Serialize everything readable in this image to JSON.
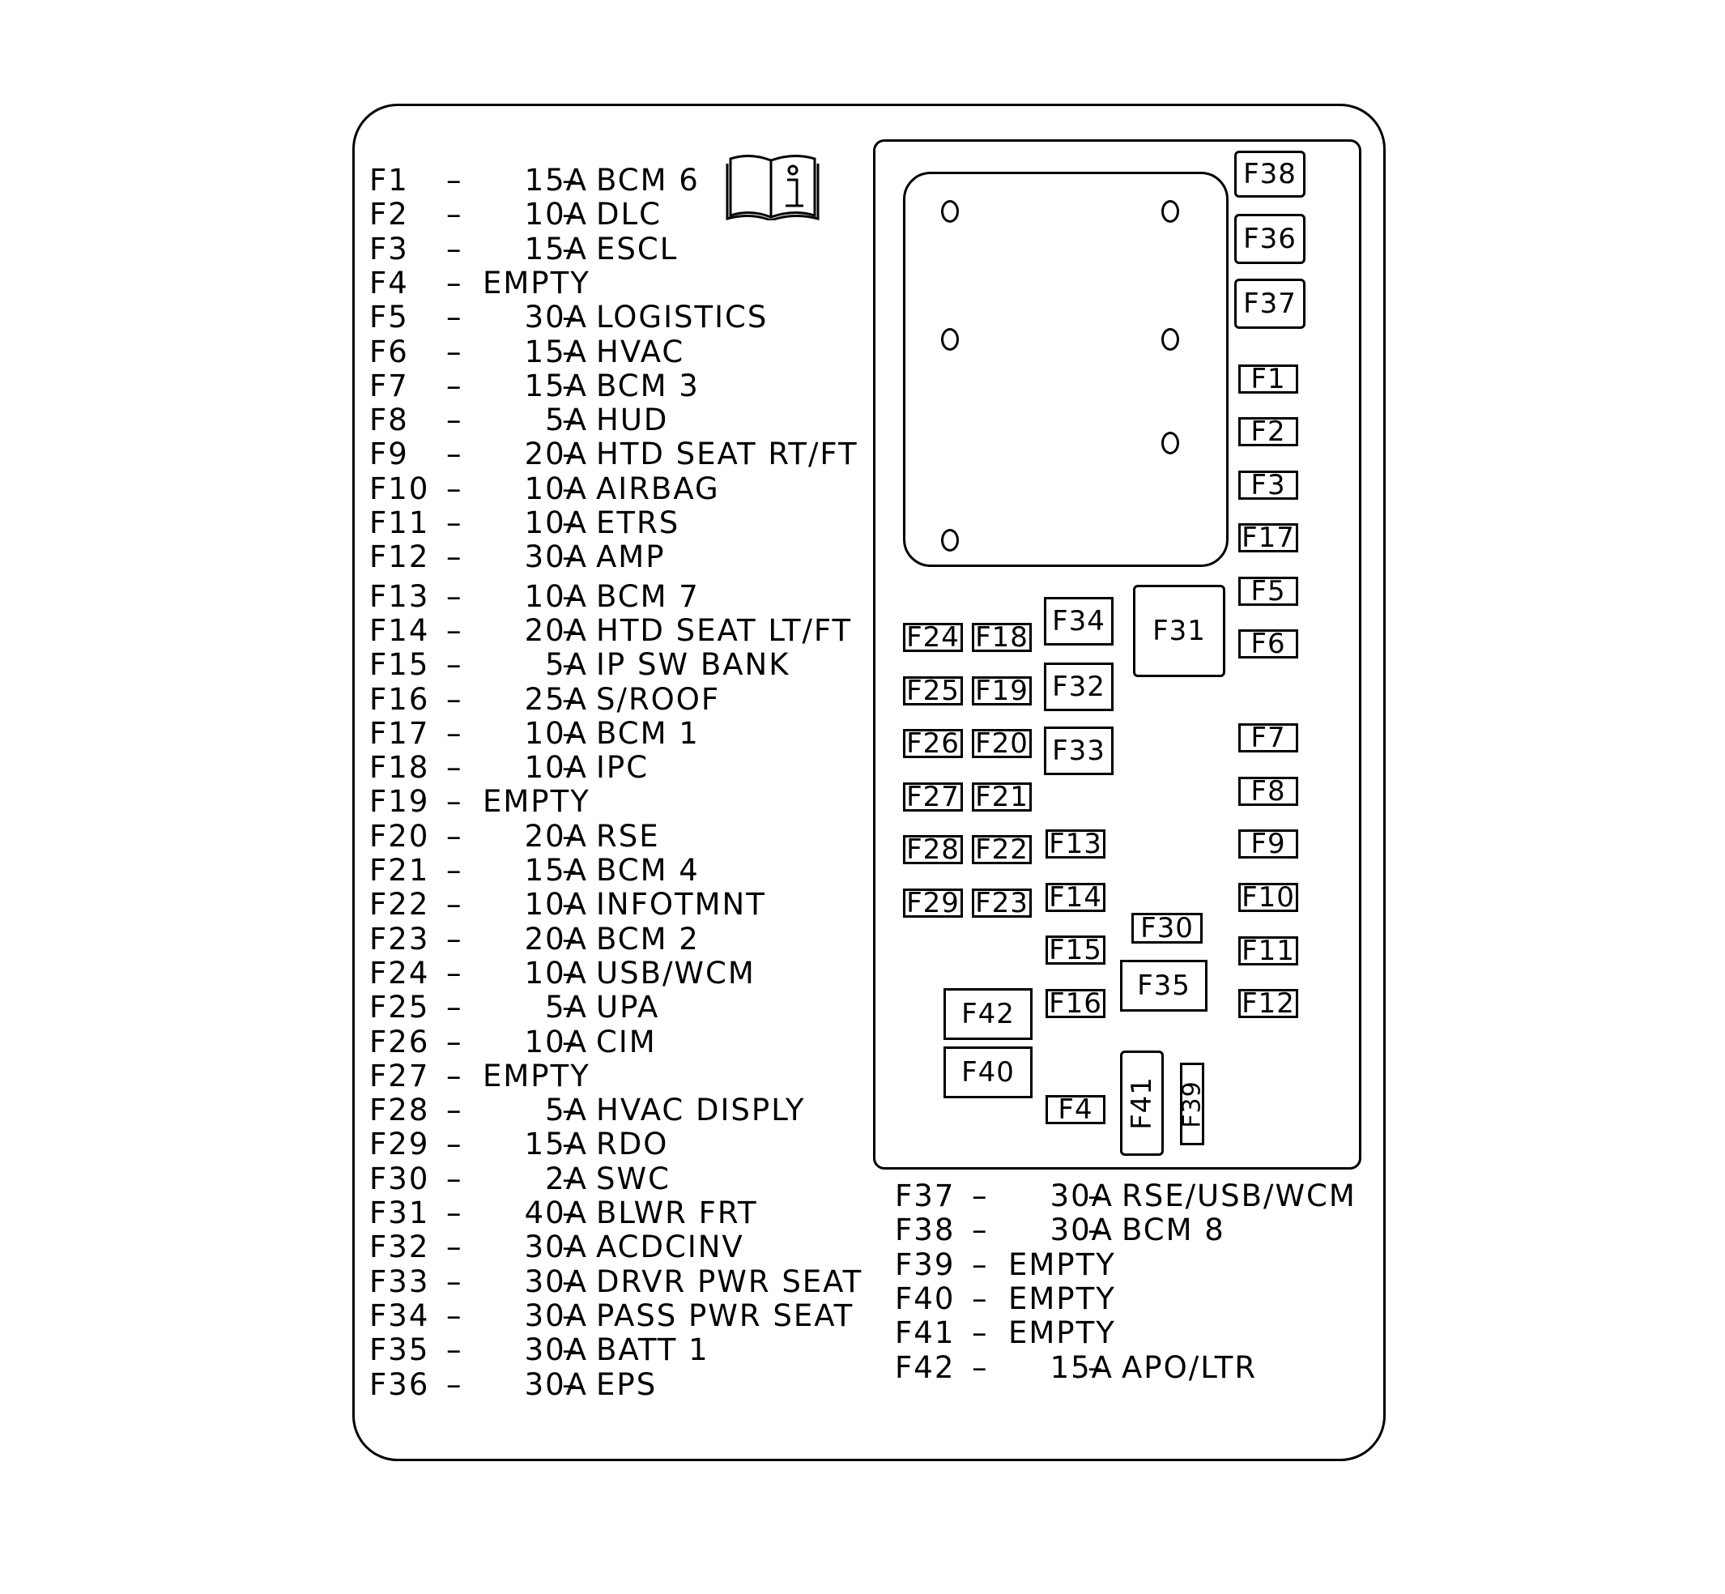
{
  "legend_left": [
    {
      "id": "F1",
      "amp": "15A",
      "desc": "BCM 6"
    },
    {
      "id": "F2",
      "amp": "10A",
      "desc": "DLC"
    },
    {
      "id": "F3",
      "amp": "15A",
      "desc": "ESCL"
    },
    {
      "id": "F4",
      "amp": "",
      "desc": "EMPTY"
    },
    {
      "id": "F5",
      "amp": "30A",
      "desc": "LOGISTICS"
    },
    {
      "id": "F6",
      "amp": "15A",
      "desc": "HVAC"
    },
    {
      "id": "F7",
      "amp": "15A",
      "desc": "BCM 3"
    },
    {
      "id": "F8",
      "amp": "5A",
      "desc": "HUD"
    },
    {
      "id": "F9",
      "amp": "20A",
      "desc": "HTD SEAT RT/FT"
    },
    {
      "id": "F10",
      "amp": "10A",
      "desc": "AIRBAG"
    },
    {
      "id": "F11",
      "amp": "10A",
      "desc": "ETRS"
    },
    {
      "id": "F12",
      "amp": "30A",
      "desc": "AMP"
    },
    {
      "id": "F13",
      "amp": "10A",
      "desc": "BCM 7"
    },
    {
      "id": "F14",
      "amp": "20A",
      "desc": "HTD SEAT LT/FT"
    },
    {
      "id": "F15",
      "amp": "5A",
      "desc": "IP SW BANK"
    },
    {
      "id": "F16",
      "amp": "25A",
      "desc": "S/ROOF"
    },
    {
      "id": "F17",
      "amp": "10A",
      "desc": "BCM 1"
    },
    {
      "id": "F18",
      "amp": "10A",
      "desc": "IPC"
    },
    {
      "id": "F19",
      "amp": "",
      "desc": "EMPTY"
    },
    {
      "id": "F20",
      "amp": "20A",
      "desc": "RSE"
    },
    {
      "id": "F21",
      "amp": "15A",
      "desc": "BCM 4"
    },
    {
      "id": "F22",
      "amp": "10A",
      "desc": "INFOTMNT"
    },
    {
      "id": "F23",
      "amp": "20A",
      "desc": "BCM 2"
    },
    {
      "id": "F24",
      "amp": "10A",
      "desc": "USB/WCM"
    },
    {
      "id": "F25",
      "amp": "5A",
      "desc": "UPA"
    },
    {
      "id": "F26",
      "amp": "10A",
      "desc": "CIM"
    },
    {
      "id": "F27",
      "amp": "",
      "desc": "EMPTY"
    },
    {
      "id": "F28",
      "amp": "5A",
      "desc": "HVAC DISPLY"
    },
    {
      "id": "F29",
      "amp": "15A",
      "desc": "RDO"
    },
    {
      "id": "F30",
      "amp": "2A",
      "desc": "SWC"
    },
    {
      "id": "F31",
      "amp": "40A",
      "desc": "BLWR FRT"
    },
    {
      "id": "F32",
      "amp": "30A",
      "desc": "ACDCINV"
    },
    {
      "id": "F33",
      "amp": "30A",
      "desc": "DRVR PWR SEAT"
    },
    {
      "id": "F34",
      "amp": "30A",
      "desc": "PASS PWR SEAT"
    },
    {
      "id": "F35",
      "amp": "30A",
      "desc": "BATT 1"
    },
    {
      "id": "F36",
      "amp": "30A",
      "desc": "EPS"
    }
  ],
  "legend_right": [
    {
      "id": "F37",
      "amp": "30A",
      "desc": "RSE/USB/WCM"
    },
    {
      "id": "F38",
      "amp": "30A",
      "desc": "BCM 8"
    },
    {
      "id": "F39",
      "amp": "",
      "desc": "EMPTY"
    },
    {
      "id": "F40",
      "amp": "",
      "desc": "EMPTY"
    },
    {
      "id": "F41",
      "amp": "",
      "desc": "EMPTY"
    },
    {
      "id": "F42",
      "amp": "15A",
      "desc": "APO/LTR"
    }
  ],
  "dash": "–",
  "fuse_labels": {
    "F1": "F1",
    "F2": "F2",
    "F3": "F3",
    "F4": "F4",
    "F5": "F5",
    "F6": "F6",
    "F7": "F7",
    "F8": "F8",
    "F9": "F9",
    "F10": "F10",
    "F11": "F11",
    "F12": "F12",
    "F13": "F13",
    "F14": "F14",
    "F15": "F15",
    "F16": "F16",
    "F17": "F17",
    "F18": "F18",
    "F19": "F19",
    "F20": "F20",
    "F21": "F21",
    "F22": "F22",
    "F23": "F23",
    "F24": "F24",
    "F25": "F25",
    "F26": "F26",
    "F27": "F27",
    "F28": "F28",
    "F29": "F29",
    "F30": "F30",
    "F31": "F31",
    "F32": "F32",
    "F33": "F33",
    "F34": "F34",
    "F35": "F35",
    "F36": "F36",
    "F37": "F37",
    "F38": "F38",
    "F39": "F39",
    "F40": "F40",
    "F41": "F41",
    "F42": "F42"
  },
  "icons": {
    "manual": "owner-manual-info-icon"
  },
  "colors": {
    "line": "#000000",
    "background": "#ffffff"
  }
}
